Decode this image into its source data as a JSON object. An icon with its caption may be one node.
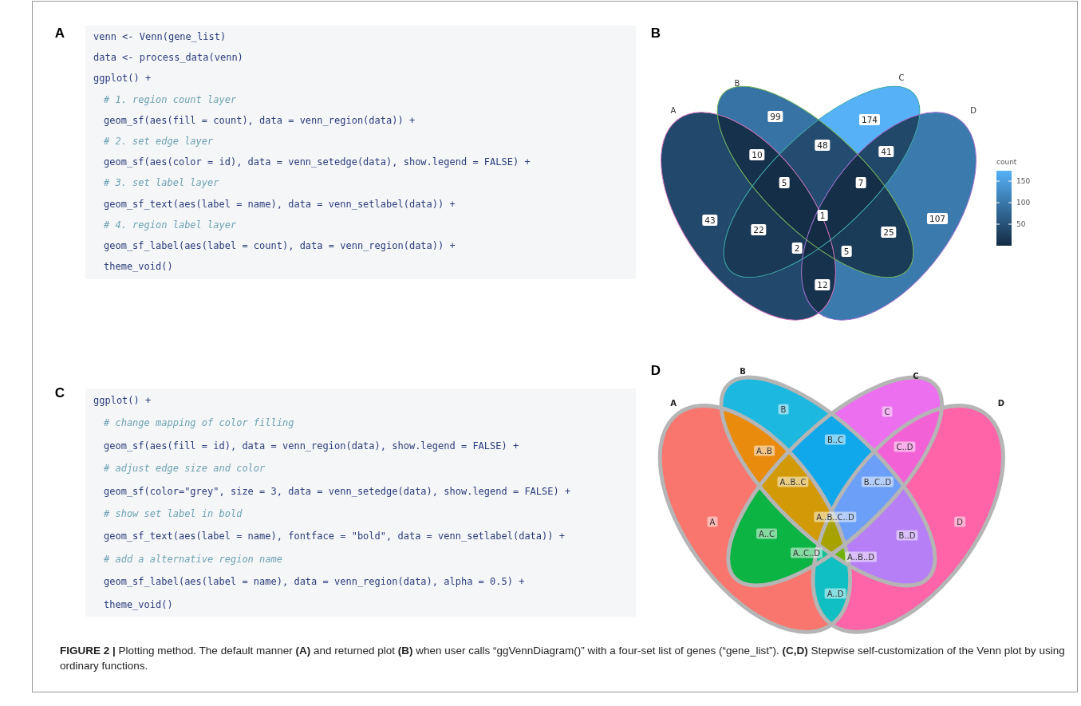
{
  "diagram": {
    "caption": "**FIGURE 2 |** Plotting method. The default manner **(A)** and returned plot **(B)** when user calls “ggVennDiagram()” with a four-set list of genes (“gene_list”). **(C,D)** Stepwise self-customization of the Venn plot by using ordinary functions.",
    "labels": [
      "A",
      "venn <- Venn(gene_list)",
      "data <- process_data(venn)",
      "ggplot() +",
      "# 1. region count layer",
      "geom_sf(aes(fill = count), data = venn_region(data)) +",
      "# 2. set edge layer",
      "geom_sf(aes(color = id), data = venn_setedge(data), show.legend = FALSE) +",
      "# 3. set label layer",
      "geom_sf_text(aes(label = name), data = venn_setlabel(data)) +",
      "# 4. region label layer",
      "geom_sf_label(aes(label = count), data = venn_region(data)) +",
      "theme_void()",
      "B",
      "A",
      "B",
      "C",
      "D",
      "99",
      "174",
      "10",
      "48",
      "41",
      "5",
      "7",
      "43",
      "22",
      "1",
      "25",
      "107",
      "2",
      "5",
      "12",
      "count",
      "150",
      "100",
      "50",
      "C",
      "ggplot() +",
      "# change mapping of color filling",
      "geom_sf(aes(fill = id), data = venn_region(data), show.legend = FALSE) +",
      "# adjust edge size and color",
      "geom_sf(color=\"grey\", size = 3, data = venn_setedge(data), show.legend = FALSE) +",
      "# show set label in bold",
      "geom_sf_text(aes(label = name), fontface = \"bold\", data = venn_setlabel(data)) +",
      "# add a alternative region name",
      "geom_sf_label(aes(label = name), data = venn_region(data), alpha = 0.5) +",
      "theme_void()",
      "D",
      "A",
      "B",
      "C",
      "D",
      "B",
      "C",
      "A..B",
      "B..C",
      "C..D",
      "A..B..C",
      "B..C..D",
      "A",
      "A..C",
      "A..B..C..D",
      "B..D",
      "D",
      "A..C..D",
      "A..B..D",
      "A..D"
    ]
  }
}
